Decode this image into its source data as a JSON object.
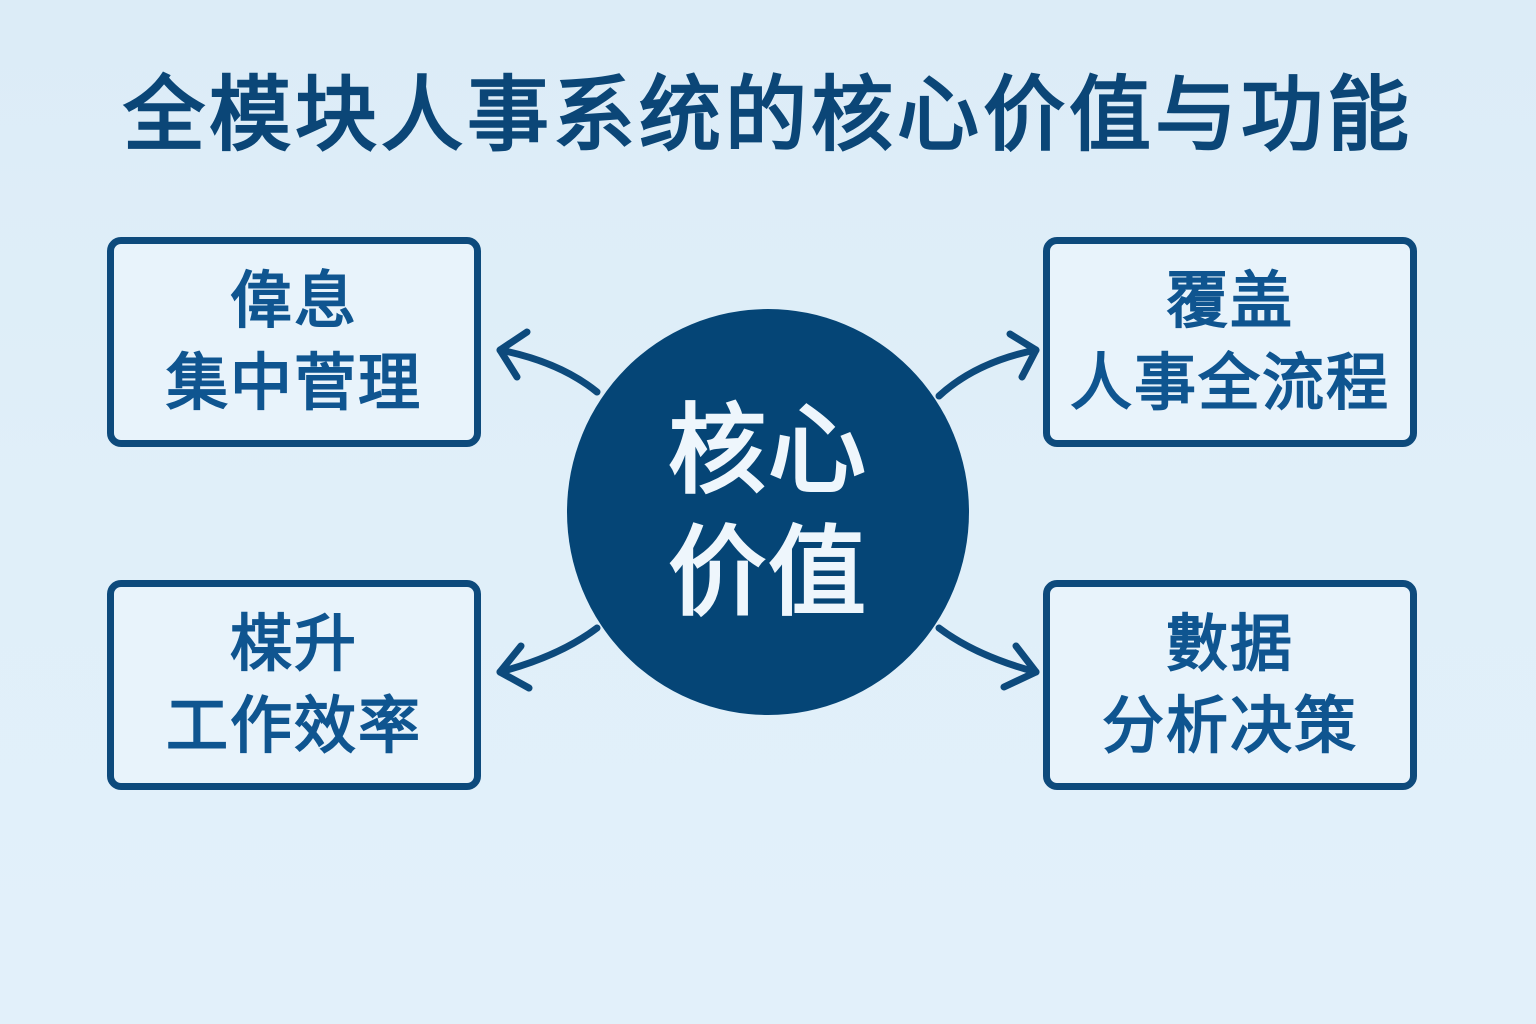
{
  "title": "全模块人事系统的核心价值与功能",
  "center": {
    "line1": "核心",
    "line2": "价值"
  },
  "boxes": {
    "top_left": {
      "line1": "偉息",
      "line2": "集中菅理"
    },
    "top_right": {
      "line1": "覆盖",
      "line2": "人事全流程"
    },
    "bottom_left": {
      "line1": "楳升",
      "line2": "工作效率"
    },
    "bottom_right": {
      "line1": "數据",
      "line2": "分析决策"
    }
  },
  "colors": {
    "background": "#e0eff9",
    "primary_navy": "#054576",
    "box_border": "#0d4a7c",
    "box_text": "#0f5590",
    "center_text": "#eef6fc"
  }
}
